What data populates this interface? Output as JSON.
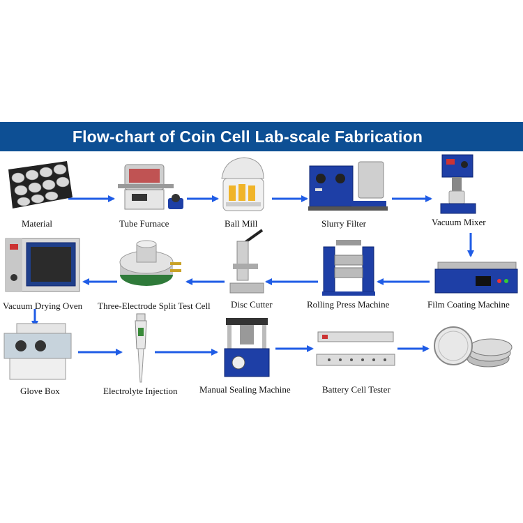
{
  "title": "Flow-chart of Coin Cell Lab-scale Fabrication",
  "colors": {
    "banner": "#0d4f94",
    "arrow": "#1f5ce6",
    "equipment_blue": "#1e3fa6"
  },
  "steps": [
    {
      "label": "Material",
      "icon": "electrode-cones-icon"
    },
    {
      "label": "Tube Furnace",
      "icon": "tube-furnace-icon"
    },
    {
      "label": "Ball Mill",
      "icon": "ball-mill-icon"
    },
    {
      "label": "Slurry Filter",
      "icon": "slurry-filter-icon"
    },
    {
      "label": "Vacuum Mixer",
      "icon": "vacuum-mixer-icon"
    },
    {
      "label": "Film Coating Machine",
      "icon": "film-coating-machine-icon"
    },
    {
      "label": "Rolling Press Machine",
      "icon": "rolling-press-icon"
    },
    {
      "label": "Disc Cutter",
      "icon": "disc-cutter-icon"
    },
    {
      "label": "Three-Electrode Split Test Cell",
      "icon": "split-test-cell-icon"
    },
    {
      "label": "Vacuum Drying Oven",
      "icon": "vacuum-oven-icon"
    },
    {
      "label": "Glove Box",
      "icon": "glove-box-icon"
    },
    {
      "label": "Electrolyte Injection",
      "icon": "pipette-icon"
    },
    {
      "label": "Manual Sealing Machine",
      "icon": "sealing-machine-icon"
    },
    {
      "label": "Battery Cell Tester",
      "icon": "cell-tester-icon"
    },
    {
      "label": "",
      "icon": "coin-cells-icon"
    }
  ]
}
